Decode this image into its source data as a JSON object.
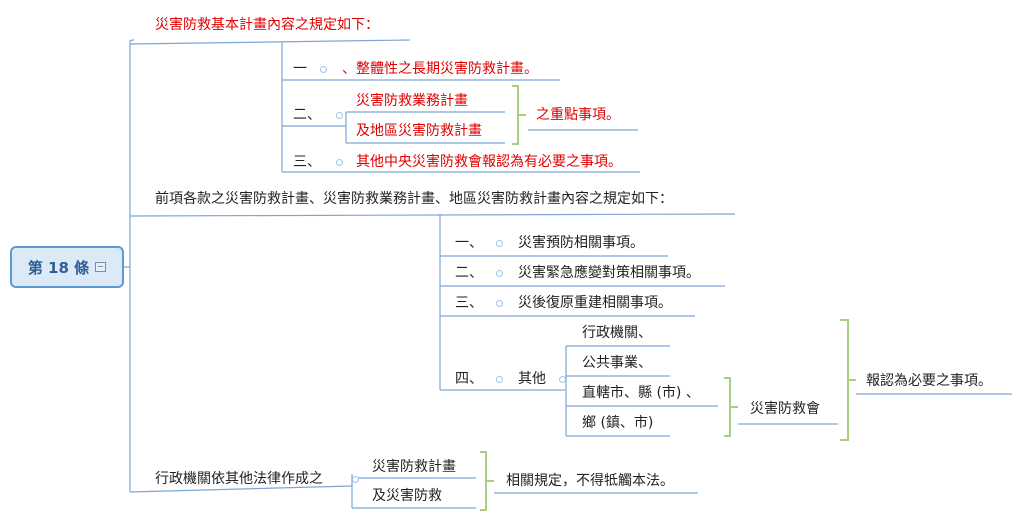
{
  "root": {
    "label": "第 18 條"
  },
  "branch1": {
    "heading": "災害防救基本計畫內容之規定如下：",
    "item1": {
      "num": "一",
      "text": "、整體性之長期災害防救計畫。"
    },
    "item2": {
      "num": "二、",
      "line1": "災害防救業務計畫",
      "line2": "及地區災害防救計畫",
      "suffix": "之重點事項。"
    },
    "item3": {
      "num": "三、",
      "text": "其他中央災害防救會報認為有必要之事項。"
    }
  },
  "branch2": {
    "heading": "前項各款之災害防救計畫、災害防救業務計畫、地區災害防救計畫內容之規定如下：",
    "item1": {
      "num": "一、",
      "text": "災害預防相關事項。"
    },
    "item2": {
      "num": "二、",
      "text": "災害緊急應變對策相關事項。"
    },
    "item3": {
      "num": "三、",
      "text": "災後復原重建相關事項。"
    },
    "item4": {
      "num": "四、",
      "text": "其他",
      "entities": [
        "行政機關、",
        "公共事業、",
        "直轄市、縣 (市) 、",
        "鄉 (鎮、市)"
      ],
      "council": "災害防救會",
      "result": "報認為必要之事項。"
    }
  },
  "branch3": {
    "heading": "行政機關依其他法律作成之",
    "line1": "災害防救計畫",
    "line2": "及災害防救",
    "suffix": "相關規定，不得牴觸本法。"
  },
  "colors": {
    "line": "#5b9bd5",
    "bracket": "#a9cf82",
    "red_text": "#e00000",
    "root_fill": "#dce9f6"
  }
}
